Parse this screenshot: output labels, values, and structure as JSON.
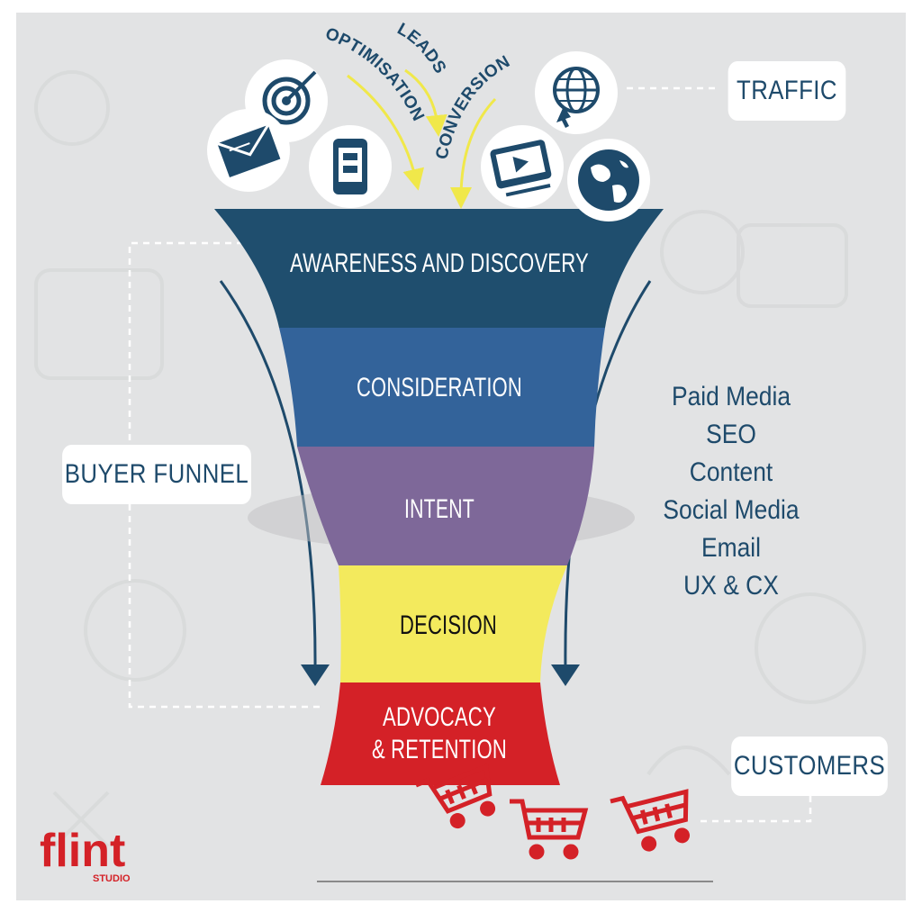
{
  "flow_labels": {
    "optimisation": "OPTIMISATION",
    "leads": "LEADS",
    "conversion": "CONVERSION"
  },
  "funnel": {
    "stages": [
      {
        "label": "AWARENESS AND DISCOVERY",
        "color": "#1f4e6e"
      },
      {
        "label": "CONSIDERATION",
        "color": "#33639a"
      },
      {
        "label": "INTENT",
        "color": "#7e6899"
      },
      {
        "label": "DECISION",
        "color": "#f3ea5d"
      },
      {
        "label": "ADVOCACY",
        "label2": "& RETENTION",
        "color": "#d42127"
      }
    ]
  },
  "callouts": {
    "traffic": "TRAFFIC",
    "buyer_funnel": "BUYER FUNNEL",
    "customers": "CUSTOMERS"
  },
  "channels": [
    "Paid Media",
    "SEO",
    "Content",
    "Social Media",
    "Email",
    "UX & CX"
  ],
  "logo": {
    "brand": "flint",
    "sub": "STUDIO"
  },
  "colors": {
    "navy": "#1e4a6b",
    "accent_red": "#d42127",
    "yellow_arrow": "#f0e84a",
    "background": "#e2e3e4"
  },
  "icons": [
    "target-icon",
    "envelope-icon",
    "mobile-phone-icon",
    "globe-cursor-icon",
    "video-player-icon",
    "earth-globe-icon",
    "shopping-cart-icon"
  ]
}
